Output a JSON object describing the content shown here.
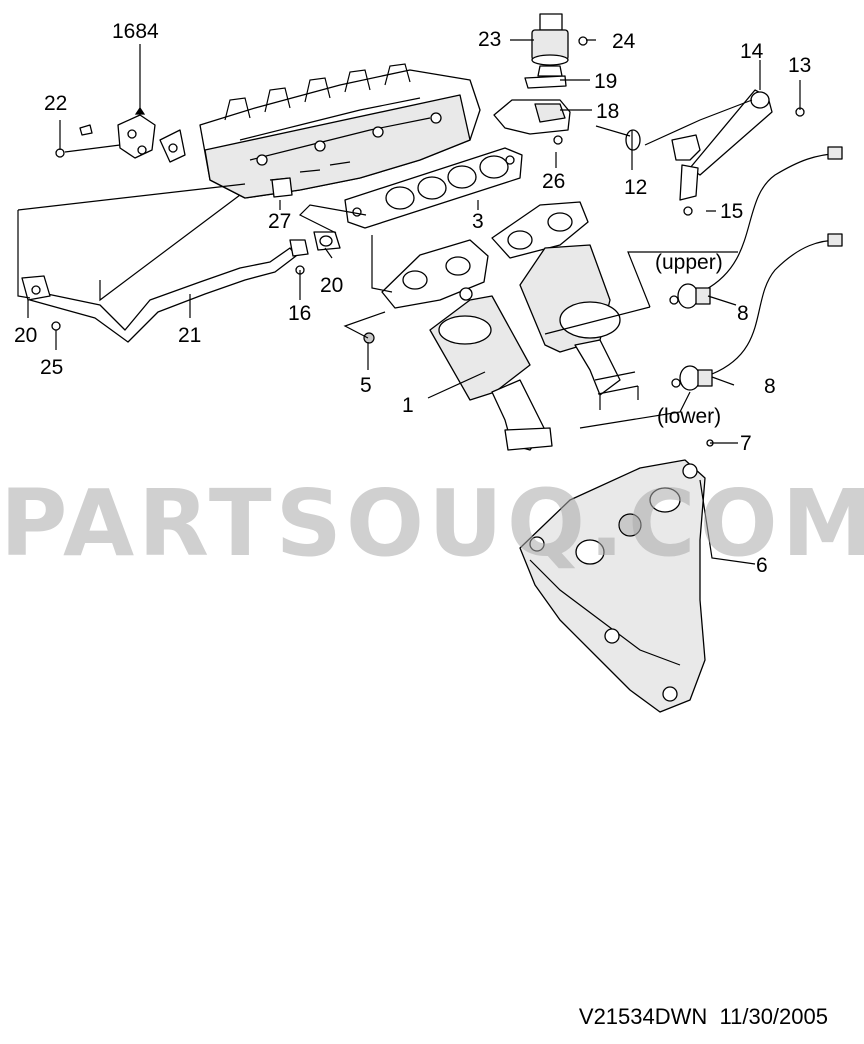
{
  "watermark": "PARTSOUQ.COM",
  "footer": {
    "drawing_id": "V21534DWN",
    "date": "11/30/2005"
  },
  "callouts": {
    "c1684": "1684",
    "c22": "22",
    "c23": "23",
    "c24": "24",
    "c19": "19",
    "c18": "18",
    "c14": "14",
    "c13": "13",
    "c26": "26",
    "c12": "12",
    "c15": "15",
    "c27": "27",
    "c3": "3",
    "c20a": "20",
    "c20b": "20",
    "c16": "16",
    "c21": "21",
    "c25": "25",
    "c5": "5",
    "c1": "1",
    "c8a": "8",
    "c8b": "8",
    "c7": "7",
    "c6": "6"
  },
  "sensor_labels": {
    "upper": "(upper)",
    "lower": "(lower)"
  }
}
